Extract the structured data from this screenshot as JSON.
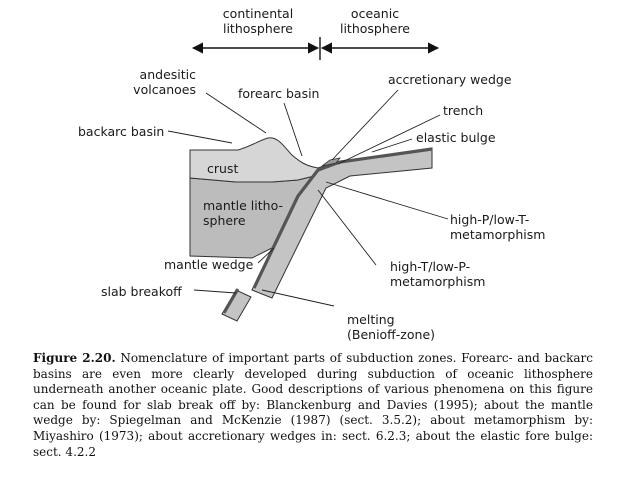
{
  "diagram": {
    "labels": {
      "continental_lithosphere": [
        "continental",
        "lithosphere"
      ],
      "oceanic_lithosphere": [
        "oceanic",
        "lithosphere"
      ],
      "andesitic_volcanoes": [
        "andesitic",
        "volcanoes"
      ],
      "forearc_basin": "forearc basin",
      "accretionary_wedge": "accretionary wedge",
      "trench": "trench",
      "backarc_basin": "backarc basin",
      "elastic_bulge": "elastic bulge",
      "crust": "crust",
      "mantle_lithosphere": [
        "mantle litho-",
        "sphere"
      ],
      "high_p_low_t": [
        "high-P/low-T-",
        "metamorphism"
      ],
      "mantle_wedge": "mantle wedge",
      "high_t_low_p": [
        "high-T/low-P-",
        "metamorphism"
      ],
      "slab_breakoff": "slab breakoff",
      "melting": [
        "melting",
        "(Benioff-zone)"
      ]
    },
    "colors": {
      "crust_fill": "#d6d6d6",
      "mantle_fill": "#bcbcbc",
      "slab_fill": "#c4c4c4",
      "slab_top": "#555555",
      "outline": "#333333"
    }
  },
  "caption": {
    "label": "Figure 2.20.",
    "text": "Nomenclature of important parts of subduction zones. Forearc- and backarc basins are even more clearly developed during subduction of oceanic lithosphere underneath another oceanic plate. Good descriptions of various phenomena on this figure can be found for slab break off by: Blanckenburg and Davies (1995); about the mantle wedge by: Spiegelman and McKenzie (1987) (sect. 3.5.2); about metamorphism by: Miyashiro (1973); about accretionary wedges in: sect. 6.2.3; about the elastic fore bulge: sect. 4.2.2"
  }
}
